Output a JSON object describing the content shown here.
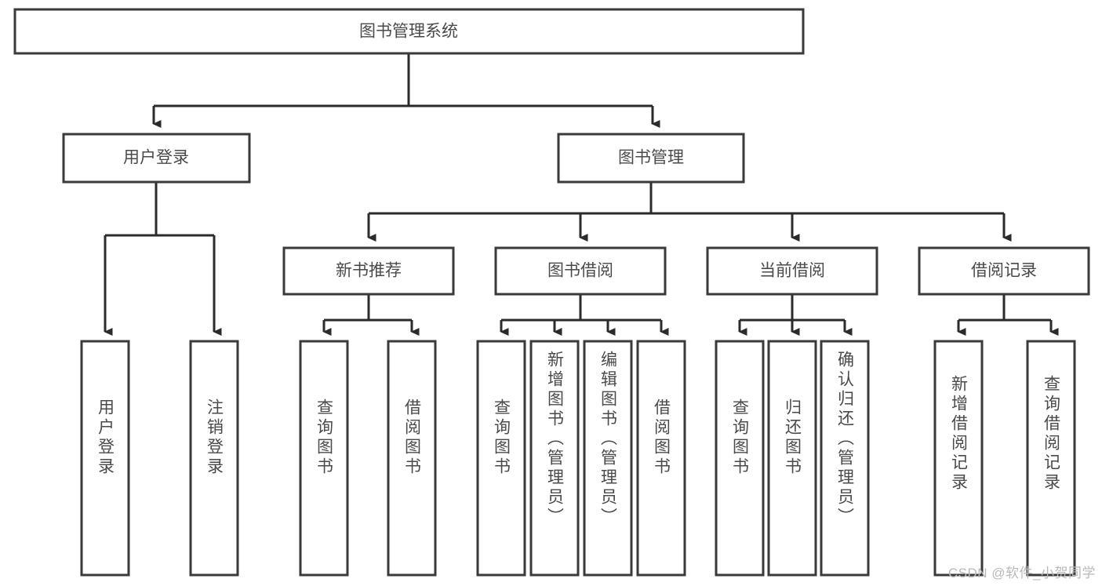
{
  "diagram": {
    "title": "图书管理系统",
    "type": "tree-hierarchy",
    "root": {
      "id": "root",
      "label": "图书管理系统"
    },
    "level2": [
      {
        "id": "user-login",
        "label": "用户登录"
      },
      {
        "id": "book-management",
        "label": "图书管理"
      }
    ],
    "level3": [
      {
        "id": "new-book-recommend",
        "label": "新书推荐",
        "parent": "book-management"
      },
      {
        "id": "book-borrow",
        "label": "图书借阅",
        "parent": "book-management"
      },
      {
        "id": "current-borrow",
        "label": "当前借阅",
        "parent": "book-management"
      },
      {
        "id": "borrow-record",
        "label": "借阅记录",
        "parent": "book-management"
      }
    ],
    "leaves": {
      "user-login": [
        {
          "id": "leaf-user-login",
          "label": "用户登录"
        },
        {
          "id": "leaf-user-logout",
          "label": "注销登录"
        }
      ],
      "new-book-recommend": [
        {
          "id": "leaf-query-book-1",
          "label": "查询图书"
        },
        {
          "id": "leaf-borrow-book-1",
          "label": "借阅图书"
        }
      ],
      "book-borrow": [
        {
          "id": "leaf-query-book-2",
          "label": "查询图书"
        },
        {
          "id": "leaf-add-book",
          "label": "新增图书（管理员）"
        },
        {
          "id": "leaf-edit-book",
          "label": "编辑图书（管理员）"
        },
        {
          "id": "leaf-borrow-book-2",
          "label": "借阅图书"
        }
      ],
      "current-borrow": [
        {
          "id": "leaf-query-book-3",
          "label": "查询图书"
        },
        {
          "id": "leaf-return-book",
          "label": "归还图书"
        },
        {
          "id": "leaf-confirm-return",
          "label": "确认归还（管理员）"
        }
      ],
      "borrow-record": [
        {
          "id": "leaf-add-record",
          "label": "新增借阅记录"
        },
        {
          "id": "leaf-query-record",
          "label": "查询借阅记录"
        }
      ]
    },
    "colors": {
      "box_border": "#3a3a3a",
      "connector": "#2b2b2b",
      "text": "#4a4a4a",
      "background": "#ffffff",
      "watermark": "#b9b9b9"
    }
  },
  "watermark": {
    "text": "CSDN @软件_小贺同学"
  }
}
